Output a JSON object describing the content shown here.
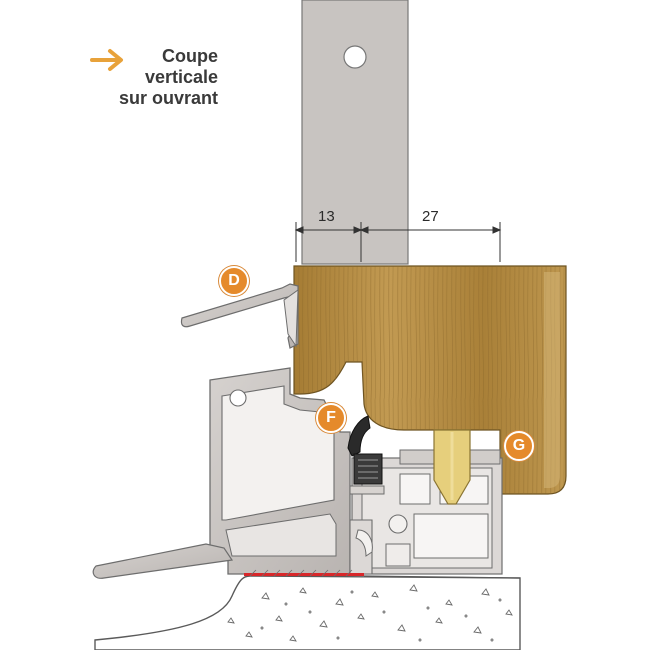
{
  "title": {
    "line1": "Coupe",
    "line2": "verticale",
    "line3": "sur ouvrant"
  },
  "dimensions": {
    "left": "13",
    "right": "27"
  },
  "callouts": {
    "d": "D",
    "f": "F",
    "g": "G"
  },
  "colors": {
    "accent": "#e58a2b",
    "arrow": "#e8a23a",
    "aluminium": "#c9c5c2",
    "aluminium_light": "#e7e4e2",
    "wood": "#b38a3e",
    "wood_dark": "#8d6a2d",
    "gasket": "#2a2a2a",
    "brass": "#e6cf7c",
    "sealant": "#d8272a",
    "outline": "#6d6d6d"
  },
  "icons": {
    "arrow": "arrow-right-icon"
  }
}
